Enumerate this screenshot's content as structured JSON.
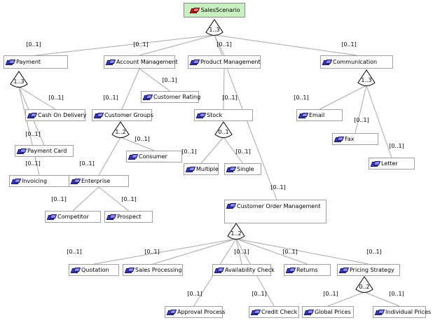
{
  "nodes": {
    "root": {
      "label": "SalesScenario",
      "icon": "red-feature-icon"
    },
    "payment": {
      "label": "Payment"
    },
    "account_management": {
      "label": "Account Management"
    },
    "product_management": {
      "label": "Product Management"
    },
    "communication": {
      "label": "Communication"
    },
    "cash_on_delivery": {
      "label": "Cash On Delivery"
    },
    "payment_card": {
      "label": "Payment Card"
    },
    "invoicing": {
      "label": "Invoicing"
    },
    "customer_rating": {
      "label": "Customer Rating"
    },
    "customer_groups": {
      "label": "Customer Groups"
    },
    "consumer": {
      "label": "Consumer"
    },
    "enterprise": {
      "label": "Enterprise"
    },
    "competitor": {
      "label": "Competitor"
    },
    "prospect": {
      "label": "Prospect"
    },
    "stock": {
      "label": "Stock"
    },
    "multiple": {
      "label": "Multiple"
    },
    "single": {
      "label": "Single"
    },
    "email": {
      "label": "Email"
    },
    "fax": {
      "label": "Fax"
    },
    "letter": {
      "label": "Letter"
    },
    "customer_order_management": {
      "label": "Customer Order Management"
    },
    "quotation": {
      "label": "Quotation"
    },
    "sales_processing": {
      "label": "Sales Processing"
    },
    "availability_check": {
      "label": "Availability Check"
    },
    "returns": {
      "label": "Returns"
    },
    "pricing_strategy": {
      "label": "Pricing Strategy"
    },
    "approval_process": {
      "label": "Approval Process"
    },
    "credit_check": {
      "label": "Credit Check"
    },
    "global_prices": {
      "label": "Global Prices"
    },
    "individual_prices": {
      "label": "Individual Prices"
    }
  },
  "groups": [
    {
      "id": "root",
      "label": "1..3"
    },
    {
      "id": "payment",
      "label": "1..3"
    },
    {
      "id": "customer_groups",
      "label": "1..2"
    },
    {
      "id": "stock",
      "label": "0..1"
    },
    {
      "id": "communication",
      "label": "1..3"
    },
    {
      "id": "customer_order_management",
      "label": "1..2"
    },
    {
      "id": "pricing_strategy",
      "label": "0..2"
    }
  ],
  "cardinalities": [
    {
      "id": "payment",
      "label": "[0..1]"
    },
    {
      "id": "account_management",
      "label": "[0..1]"
    },
    {
      "id": "product_management",
      "label": "[0..1]"
    },
    {
      "id": "communication",
      "label": "[0..1]"
    },
    {
      "id": "customer_order_management",
      "label": "[0..1]"
    },
    {
      "id": "cash_on_delivery",
      "label": "[0..1]"
    },
    {
      "id": "payment_card",
      "label": "[0..1]"
    },
    {
      "id": "invoicing",
      "label": "[0..1]"
    },
    {
      "id": "customer_rating",
      "label": "[0..1]"
    },
    {
      "id": "customer_groups",
      "label": "[0..1]"
    },
    {
      "id": "consumer",
      "label": "[0..1]"
    },
    {
      "id": "enterprise",
      "label": "[0..1]"
    },
    {
      "id": "competitor",
      "label": "[0..1]"
    },
    {
      "id": "prospect",
      "label": "[0..1]"
    },
    {
      "id": "stock",
      "label": "[0..1]"
    },
    {
      "id": "multiple",
      "label": "[0..1]"
    },
    {
      "id": "single",
      "label": "[0..1]"
    },
    {
      "id": "email",
      "label": "[0..1]"
    },
    {
      "id": "fax",
      "label": "[0..1]"
    },
    {
      "id": "letter",
      "label": "[0..1]"
    },
    {
      "id": "quotation",
      "label": "[0..1]"
    },
    {
      "id": "sales_processing",
      "label": "[0..1]"
    },
    {
      "id": "availability_check",
      "label": "[0..1]"
    },
    {
      "id": "returns",
      "label": "[0..1]"
    },
    {
      "id": "pricing_strategy",
      "label": "[0..1]"
    },
    {
      "id": "approval_process",
      "label": "[0..1]"
    },
    {
      "id": "credit_check",
      "label": "[0..1]"
    },
    {
      "id": "global_prices",
      "label": "[0..1]"
    },
    {
      "id": "individual_prices",
      "label": "[0..1]"
    }
  ],
  "edges": [
    [
      "root",
      "payment"
    ],
    [
      "root",
      "account_management"
    ],
    [
      "root",
      "product_management"
    ],
    [
      "root",
      "communication"
    ],
    [
      "root",
      "customer_order_management"
    ],
    [
      "payment",
      "cash_on_delivery"
    ],
    [
      "payment",
      "payment_card"
    ],
    [
      "payment",
      "invoicing"
    ],
    [
      "account_management",
      "customer_groups"
    ],
    [
      "account_management",
      "customer_rating"
    ],
    [
      "customer_groups",
      "consumer"
    ],
    [
      "customer_groups",
      "enterprise"
    ],
    [
      "enterprise",
      "competitor"
    ],
    [
      "enterprise",
      "prospect"
    ],
    [
      "product_management",
      "stock"
    ],
    [
      "stock",
      "multiple"
    ],
    [
      "stock",
      "single"
    ],
    [
      "communication",
      "email"
    ],
    [
      "communication",
      "fax"
    ],
    [
      "communication",
      "letter"
    ],
    [
      "customer_order_management",
      "quotation"
    ],
    [
      "customer_order_management",
      "sales_processing"
    ],
    [
      "customer_order_management",
      "availability_check"
    ],
    [
      "customer_order_management",
      "returns"
    ],
    [
      "customer_order_management",
      "pricing_strategy"
    ],
    [
      "customer_order_management",
      "approval_process"
    ],
    [
      "customer_order_management",
      "credit_check"
    ],
    [
      "pricing_strategy",
      "global_prices"
    ],
    [
      "pricing_strategy",
      "individual_prices"
    ]
  ]
}
